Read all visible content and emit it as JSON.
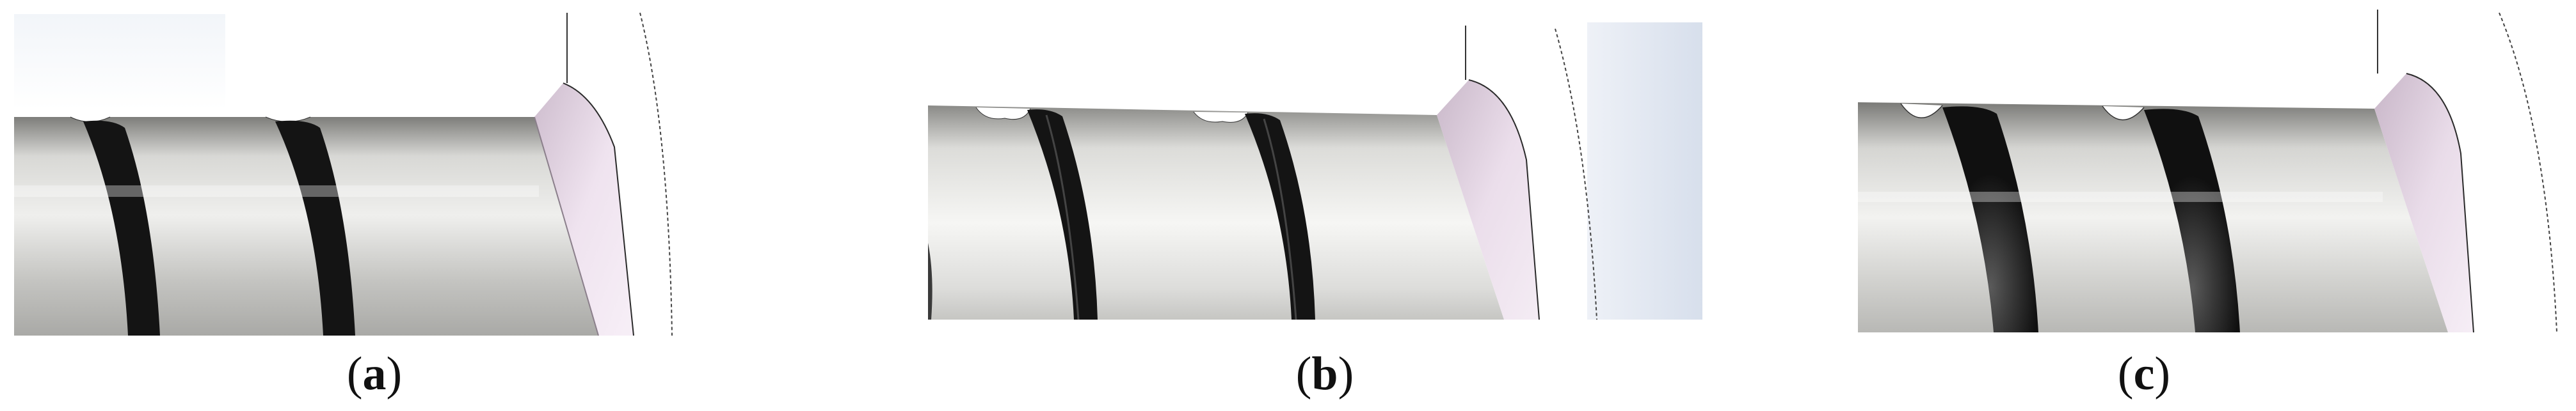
{
  "panels": [
    {
      "id": "a",
      "label": "a"
    },
    {
      "id": "b",
      "label": "b"
    },
    {
      "id": "c",
      "label": "c"
    }
  ],
  "colors": {
    "background": "#ffffff",
    "shaft_light": "#f4f4f2",
    "shaft_mid": "#c9c9c6",
    "shaft_dark": "#8e8e8b",
    "ring": "#141414",
    "shoulder": "#e6d8e6",
    "edge_line": "#222222"
  }
}
